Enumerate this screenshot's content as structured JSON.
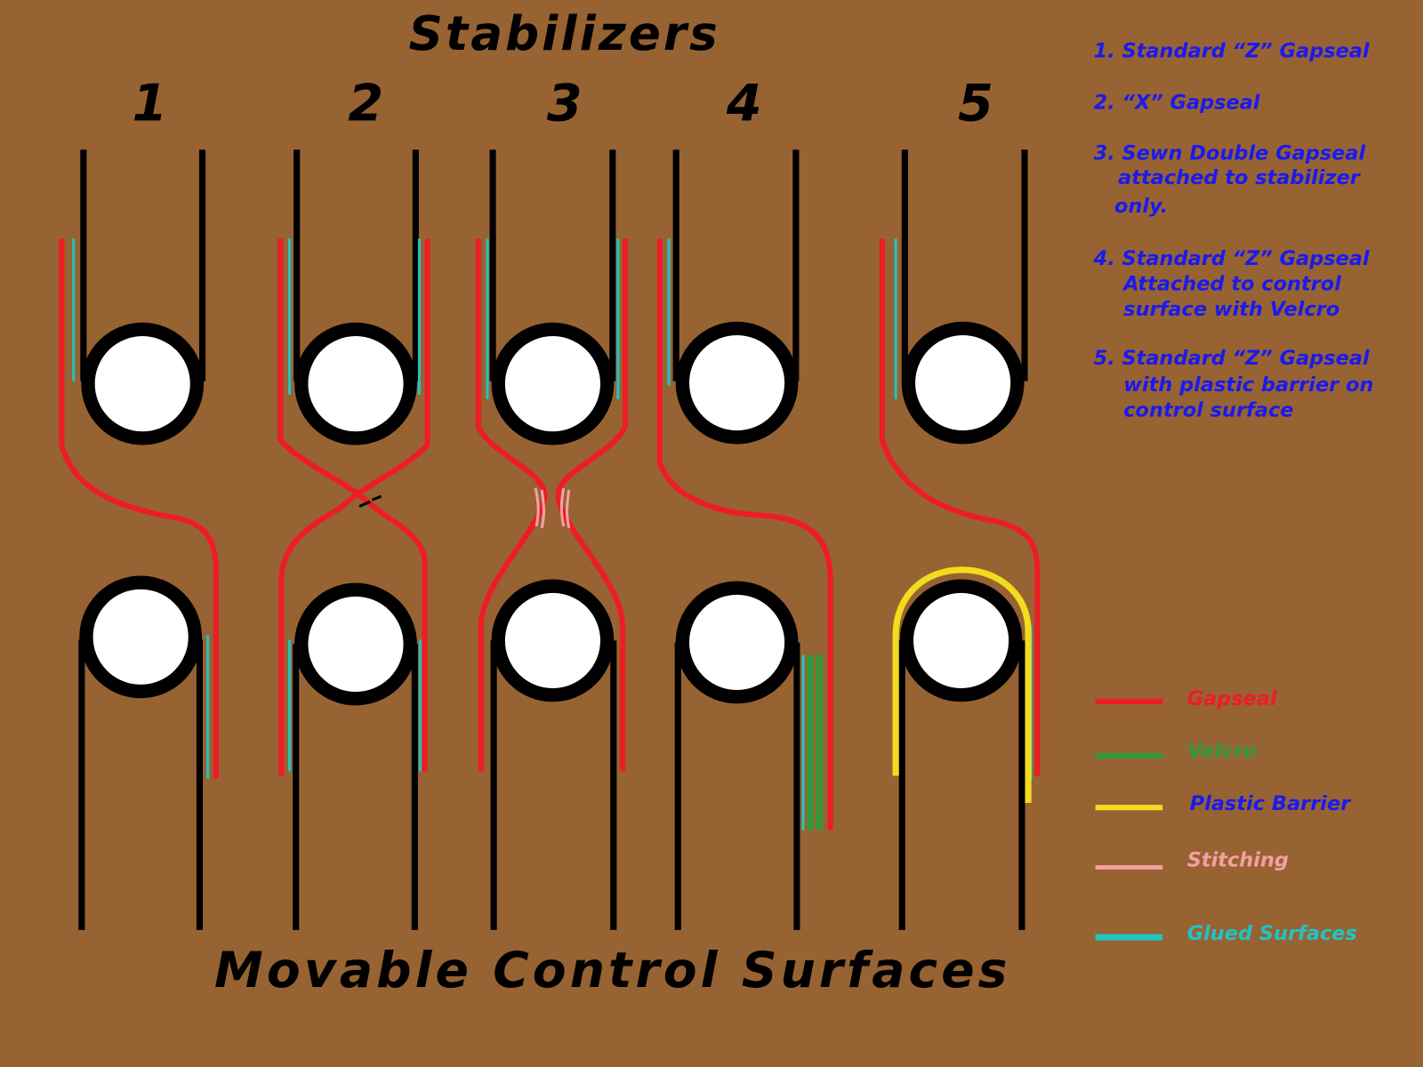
{
  "title_top": "Stabilizers",
  "title_bottom": "Movable Control Surfaces",
  "columns": [
    "1",
    "2",
    "3",
    "4",
    "5"
  ],
  "notes": [
    [
      "1. Standard “Z” Gapseal"
    ],
    [
      "2. “X” Gapseal"
    ],
    [
      "3. Sewn Double Gapseal",
      "attached to stabilizer",
      "only."
    ],
    [
      "4. Standard “Z” Gapseal",
      "Attached to control",
      "surface with Velcro"
    ],
    [
      "5. Standard “Z” Gapseal",
      "with plastic barrier on",
      "control surface"
    ]
  ],
  "legend": [
    {
      "label": "Gapseal",
      "color": "#ee1c24"
    },
    {
      "label": "Velcro",
      "color": "#2e9a3a"
    },
    {
      "label": "Plastic Barrier",
      "color": "#f2dc1e",
      "text_color": "#1a1aee"
    },
    {
      "label": "Stitching",
      "color": "#f4a0a0"
    },
    {
      "label": "Glued Surfaces",
      "color": "#22c3c3"
    }
  ]
}
